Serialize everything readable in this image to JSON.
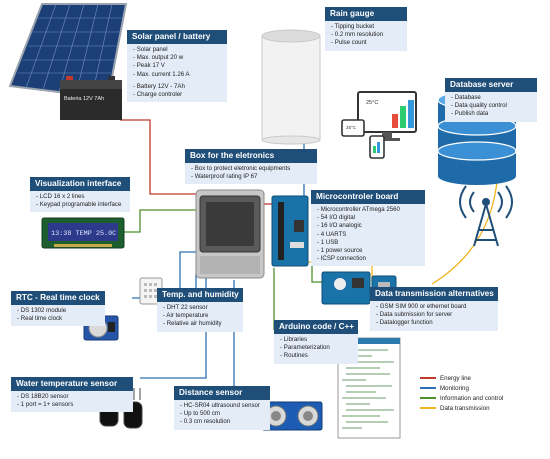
{
  "boxes": {
    "solar": {
      "title": "Solar panel / battery",
      "items": [
        "Solar panel",
        "Max. output 20 w",
        "Peak 17 V",
        "Max. current 1.26 A"
      ],
      "items2": [
        "Battery 12V - 7Ah",
        "Charge controler"
      ]
    },
    "rain": {
      "title": "Rain gauge",
      "items": [
        "Tipping bucket",
        "0.2 mm resolution",
        "Pulse count"
      ]
    },
    "database": {
      "title": "Database server",
      "items": [
        "Database",
        "Data quality control",
        "Publish data"
      ]
    },
    "enclosure": {
      "title": "Box for the eletronics",
      "items": [
        "Box to protect eletronic equipments",
        "Waterproof rating IP 67"
      ]
    },
    "visualization": {
      "title": "Visualization interface",
      "items": [
        "LCD 16 x 2 lines",
        "Keypad programable interface"
      ]
    },
    "micro": {
      "title": "Microcontroler board",
      "items": [
        "Microcontroller ATmega 2560",
        "54 I/O digital",
        "16 I/O analogic",
        "4 UARTS",
        "1 USB",
        "1 power source",
        "ICSP connection"
      ]
    },
    "rtc": {
      "title": "RTC - Real time clock",
      "items": [
        "DS 1302 module",
        "Real time clock"
      ]
    },
    "temp": {
      "title": "Temp. and humidity",
      "items": [
        "DHT 22 sensor",
        "Air temperature",
        "Relative air humidity"
      ]
    },
    "transmission": {
      "title": "Data transmission alternatives",
      "items": [
        "GSM SIM 900 or ethernet board",
        "Data submission for server",
        "Datalogger function"
      ]
    },
    "arduino": {
      "title": "Arduino code / C++",
      "items": [
        "Libraries",
        "Parameterization",
        "Routines"
      ]
    },
    "water": {
      "title": "Water temperature sensor",
      "items": [
        "DS 18B20 sensor",
        "1 port = 1+ sensors"
      ]
    },
    "distance": {
      "title": "Distance sensor",
      "items": [
        "HC-SR04 ultrasound sensor",
        "Up to 500 cm",
        "0.3 cm resolution"
      ]
    }
  },
  "legend": [
    {
      "label": "Energy line",
      "color": "#c0392b"
    },
    {
      "label": "Monitoring",
      "color": "#2e6fb5"
    },
    {
      "label": "Information and control",
      "color": "#4e8f2e"
    },
    {
      "label": "Data transmission",
      "color": "#f0b41c"
    }
  ],
  "images": {
    "battery_label": "Bateria 12V 7Ah",
    "lcd_text": "13:38 TEMP 25.0C",
    "monitor_value": "25°C",
    "tablet_value": "25°C"
  },
  "colors": {
    "header": "#1f4e79",
    "box_bg": "#e4ecf7"
  }
}
